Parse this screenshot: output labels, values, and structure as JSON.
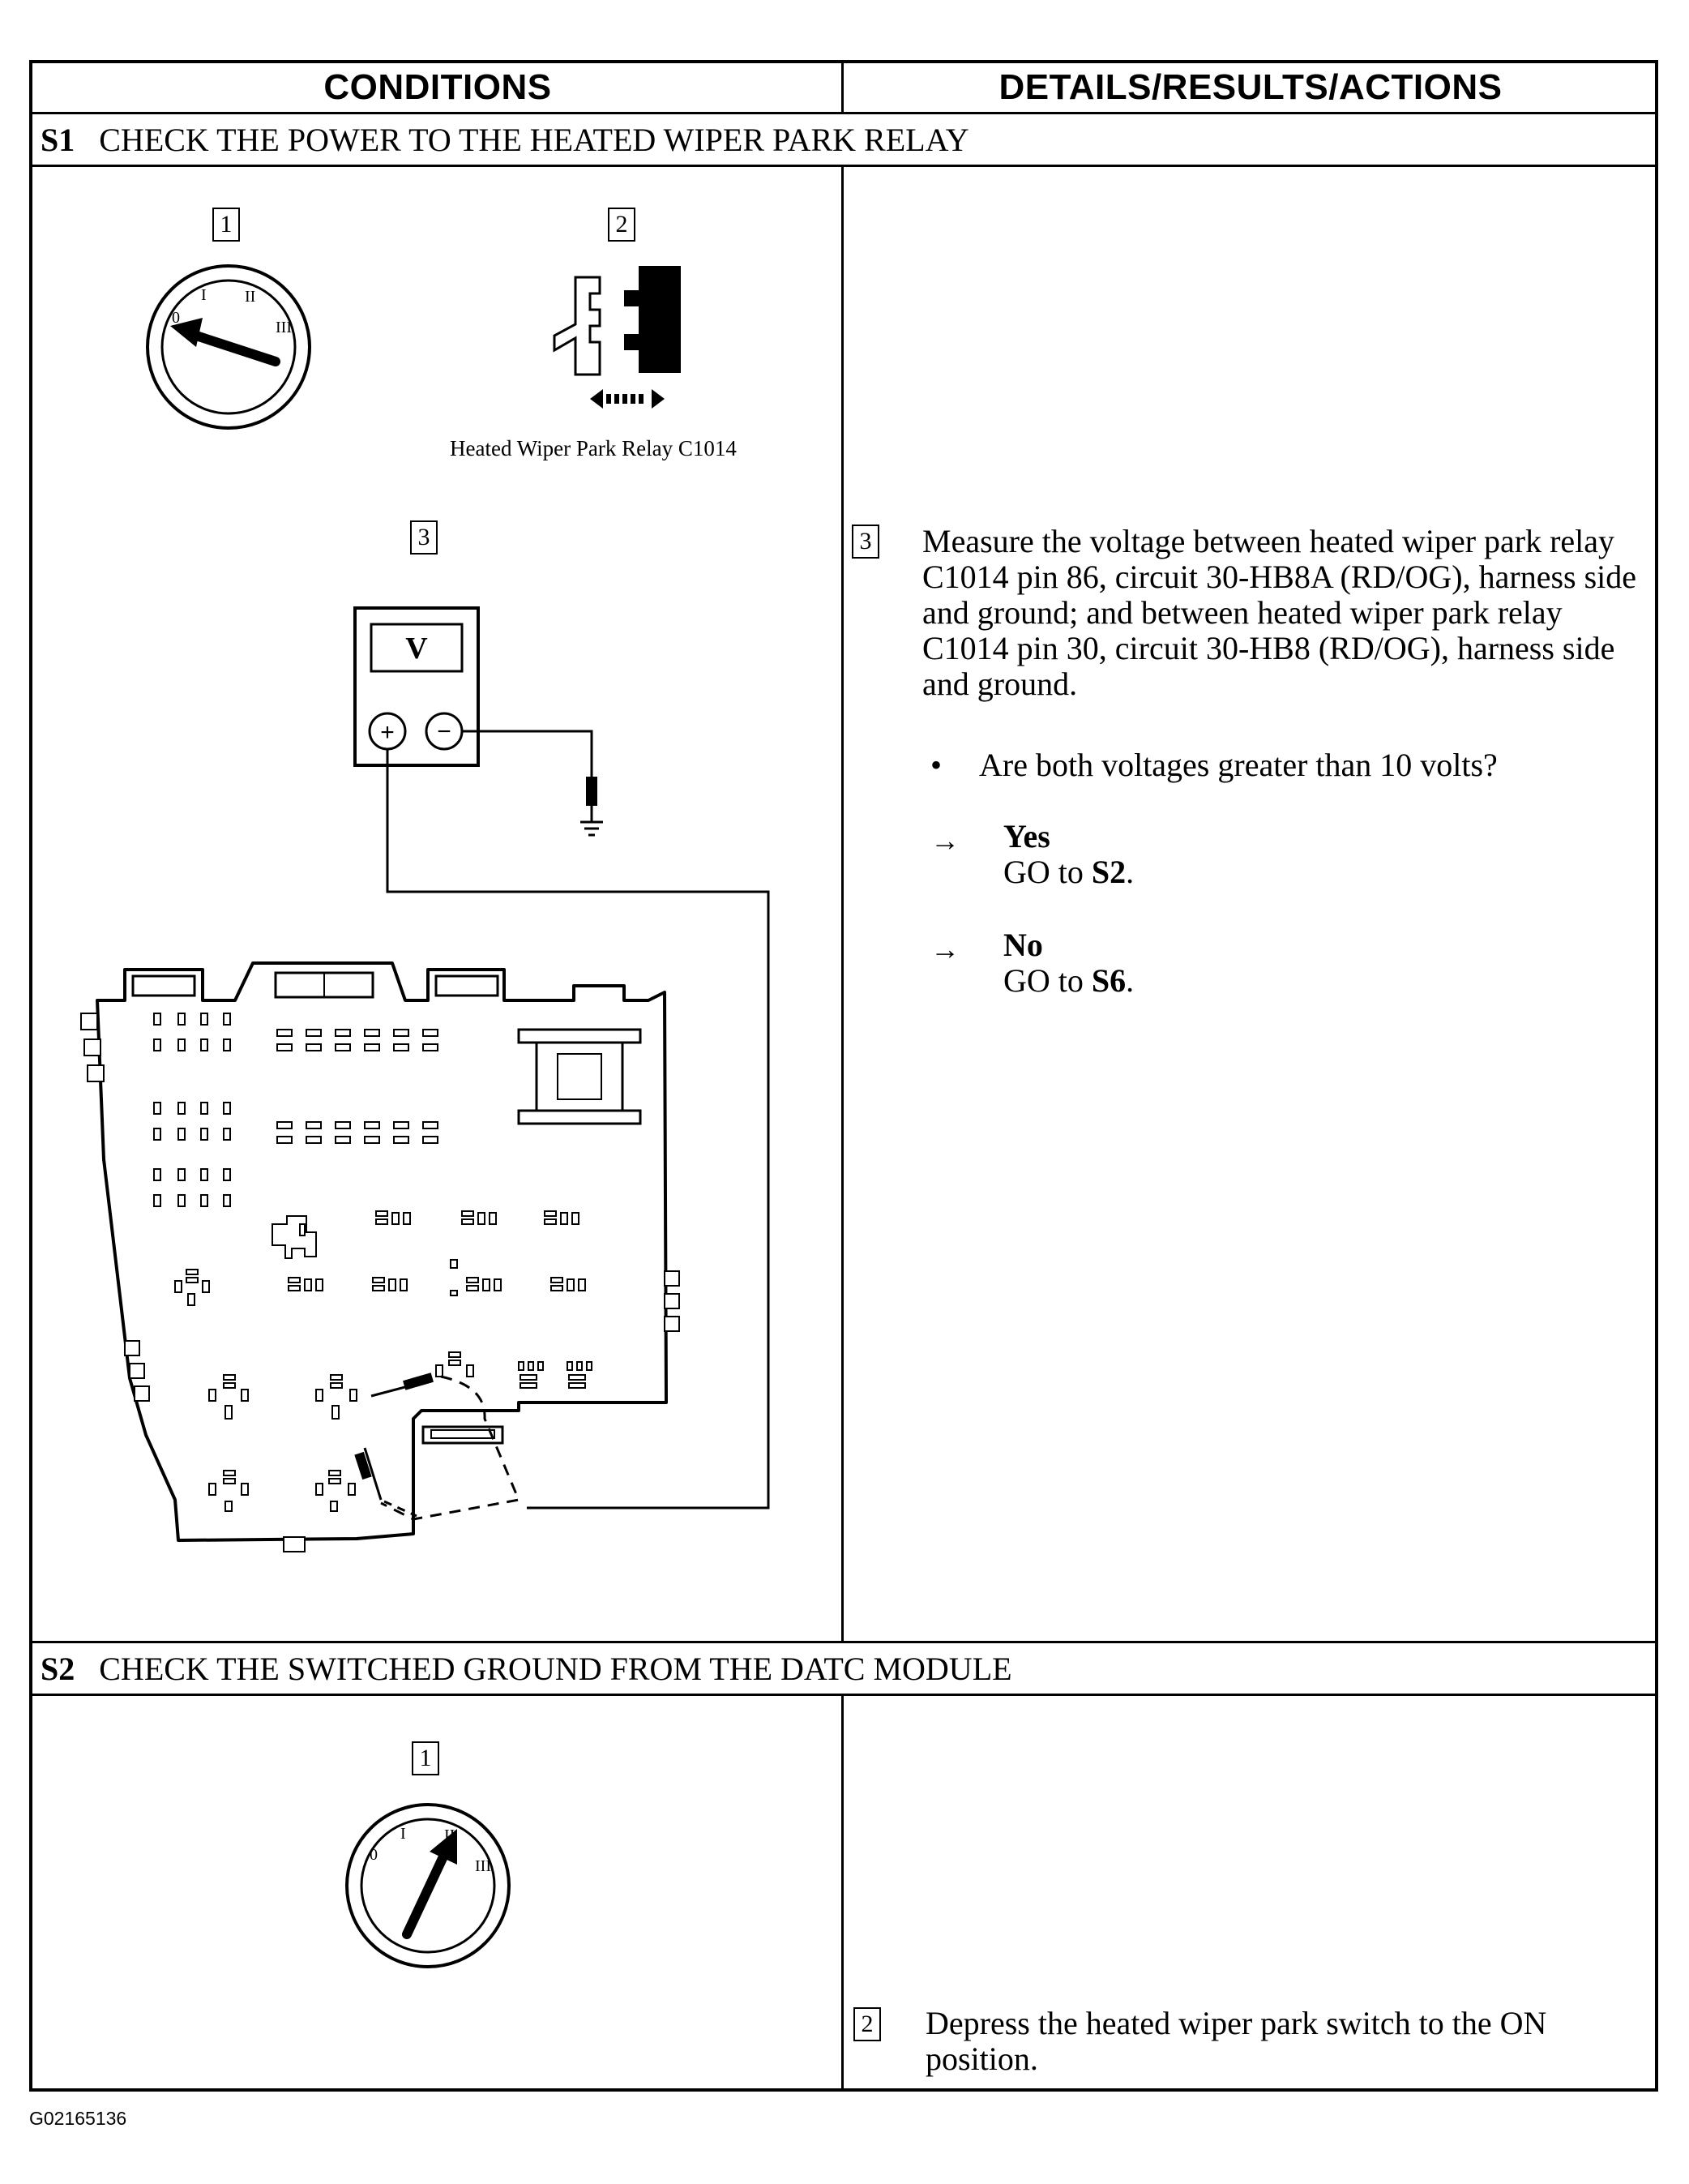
{
  "header": {
    "conditions": "CONDITIONS",
    "details": "DETAILS/RESULTS/ACTIONS"
  },
  "steps": [
    {
      "id": "S1",
      "title": "CHECK THE POWER TO THE HEATED WIPER PARK RELAY",
      "conditions": {
        "items": [
          "1",
          "2",
          "3"
        ],
        "relay_caption": "Heated Wiper Park Relay C1014",
        "meter_label": "V",
        "meter_plus": "+",
        "meter_minus": "−"
      },
      "details": {
        "item": "3",
        "instruction": "Measure the voltage between heated wiper park relay C1014 pin 86, circuit 30-HB8A (RD/OG), harness side and ground; and between heated wiper park relay C1014 pin 30, circuit 30-HB8 (RD/OG), harness side and ground.",
        "question": "Are both voltages greater than 10 volts?",
        "answers": [
          {
            "label": "Yes",
            "go_text": "GO to ",
            "go_step": "S2",
            "go_end": "."
          },
          {
            "label": "No",
            "go_text": "GO to ",
            "go_step": "S6",
            "go_end": "."
          }
        ]
      }
    },
    {
      "id": "S2",
      "title": "CHECK THE SWITCHED GROUND FROM THE DATC MODULE",
      "conditions": {
        "items": [
          "1"
        ]
      },
      "details": {
        "item": "2",
        "instruction": "Depress the heated wiper park switch to the ON position."
      }
    }
  ],
  "ignition_marks": [
    "0",
    "I",
    "II",
    "III"
  ],
  "footer": {
    "code": "G02165136"
  },
  "glyphs": {
    "bullet": "•",
    "arrow": "→"
  }
}
